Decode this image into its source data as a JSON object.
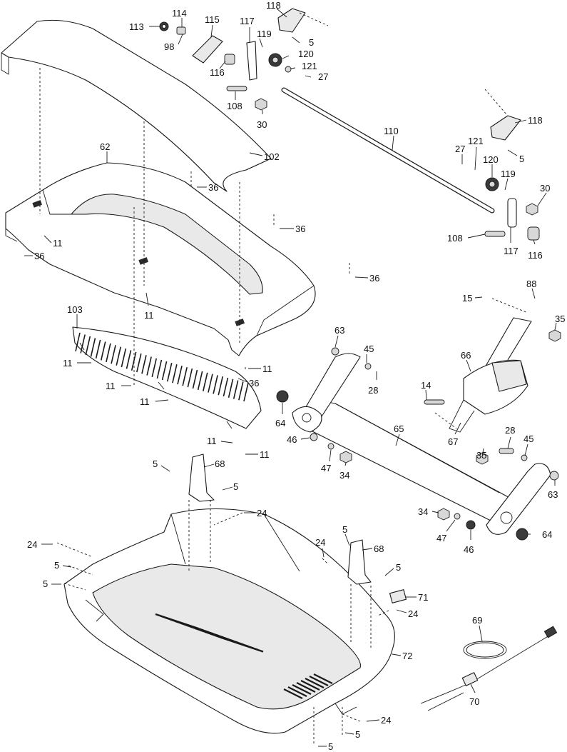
{
  "callouts": [
    {
      "id": "c113a",
      "text": "113"
    },
    {
      "id": "c114a",
      "text": "114"
    },
    {
      "id": "c115a",
      "text": "115"
    },
    {
      "id": "c117a",
      "text": "117"
    },
    {
      "id": "c118a",
      "text": "118"
    },
    {
      "id": "c98a",
      "text": "98"
    },
    {
      "id": "c119a",
      "text": "119"
    },
    {
      "id": "c5a",
      "text": "5"
    },
    {
      "id": "c120a",
      "text": "120"
    },
    {
      "id": "c121a",
      "text": "121"
    },
    {
      "id": "c116a",
      "text": "116"
    },
    {
      "id": "c27a",
      "text": "27"
    },
    {
      "id": "c108a",
      "text": "108"
    },
    {
      "id": "c30a",
      "text": "30"
    },
    {
      "id": "c110",
      "text": "110"
    },
    {
      "id": "c118b",
      "text": "118"
    },
    {
      "id": "c121b",
      "text": "121"
    },
    {
      "id": "c27b",
      "text": "27"
    },
    {
      "id": "c5b",
      "text": "5"
    },
    {
      "id": "c120b",
      "text": "120"
    },
    {
      "id": "c119b",
      "text": "119"
    },
    {
      "id": "c30b",
      "text": "30"
    },
    {
      "id": "c108b",
      "text": "108"
    },
    {
      "id": "c117b",
      "text": "117"
    },
    {
      "id": "c116b",
      "text": "116"
    },
    {
      "id": "c62",
      "text": "62"
    },
    {
      "id": "c102",
      "text": "102"
    },
    {
      "id": "c36a",
      "text": "36"
    },
    {
      "id": "c36b",
      "text": "36"
    },
    {
      "id": "c36c",
      "text": "36"
    },
    {
      "id": "c11a",
      "text": "11"
    },
    {
      "id": "c36d",
      "text": "36"
    },
    {
      "id": "c11b",
      "text": "11"
    },
    {
      "id": "c103",
      "text": "103"
    },
    {
      "id": "c11c",
      "text": "11"
    },
    {
      "id": "c11d",
      "text": "11"
    },
    {
      "id": "c36e",
      "text": "36"
    },
    {
      "id": "c11e",
      "text": "11"
    },
    {
      "id": "c11f",
      "text": "11"
    },
    {
      "id": "c11g",
      "text": "11"
    },
    {
      "id": "c11h",
      "text": "11"
    },
    {
      "id": "c15",
      "text": "15"
    },
    {
      "id": "c88",
      "text": "88"
    },
    {
      "id": "c35a",
      "text": "35"
    },
    {
      "id": "c63a",
      "text": "63"
    },
    {
      "id": "c45a",
      "text": "45"
    },
    {
      "id": "c66",
      "text": "66"
    },
    {
      "id": "c28a",
      "text": "28"
    },
    {
      "id": "c14",
      "text": "14"
    },
    {
      "id": "c64a",
      "text": "64"
    },
    {
      "id": "c65",
      "text": "65"
    },
    {
      "id": "c67",
      "text": "67"
    },
    {
      "id": "c46a",
      "text": "46"
    },
    {
      "id": "c47a",
      "text": "47"
    },
    {
      "id": "c34a",
      "text": "34"
    },
    {
      "id": "c35b",
      "text": "35"
    },
    {
      "id": "c28b",
      "text": "28"
    },
    {
      "id": "c45b",
      "text": "45"
    },
    {
      "id": "c63b",
      "text": "63"
    },
    {
      "id": "c34b",
      "text": "34"
    },
    {
      "id": "c47b",
      "text": "47"
    },
    {
      "id": "c46b",
      "text": "46"
    },
    {
      "id": "c64b",
      "text": "64"
    },
    {
      "id": "c5c",
      "text": "5"
    },
    {
      "id": "c68a",
      "text": "68"
    },
    {
      "id": "c5d",
      "text": "5"
    },
    {
      "id": "c24a",
      "text": "24"
    },
    {
      "id": "c24b",
      "text": "24"
    },
    {
      "id": "c5e",
      "text": "5"
    },
    {
      "id": "c5f",
      "text": "5"
    },
    {
      "id": "c24c",
      "text": "24"
    },
    {
      "id": "c5g",
      "text": "5"
    },
    {
      "id": "c68b",
      "text": "68"
    },
    {
      "id": "c5h",
      "text": "5"
    },
    {
      "id": "c71",
      "text": "71"
    },
    {
      "id": "c24d",
      "text": "24"
    },
    {
      "id": "c69",
      "text": "69"
    },
    {
      "id": "c72",
      "text": "72"
    },
    {
      "id": "c70",
      "text": "70"
    },
    {
      "id": "c24e",
      "text": "24"
    },
    {
      "id": "c5i",
      "text": "5"
    },
    {
      "id": "c5j",
      "text": "5"
    }
  ]
}
